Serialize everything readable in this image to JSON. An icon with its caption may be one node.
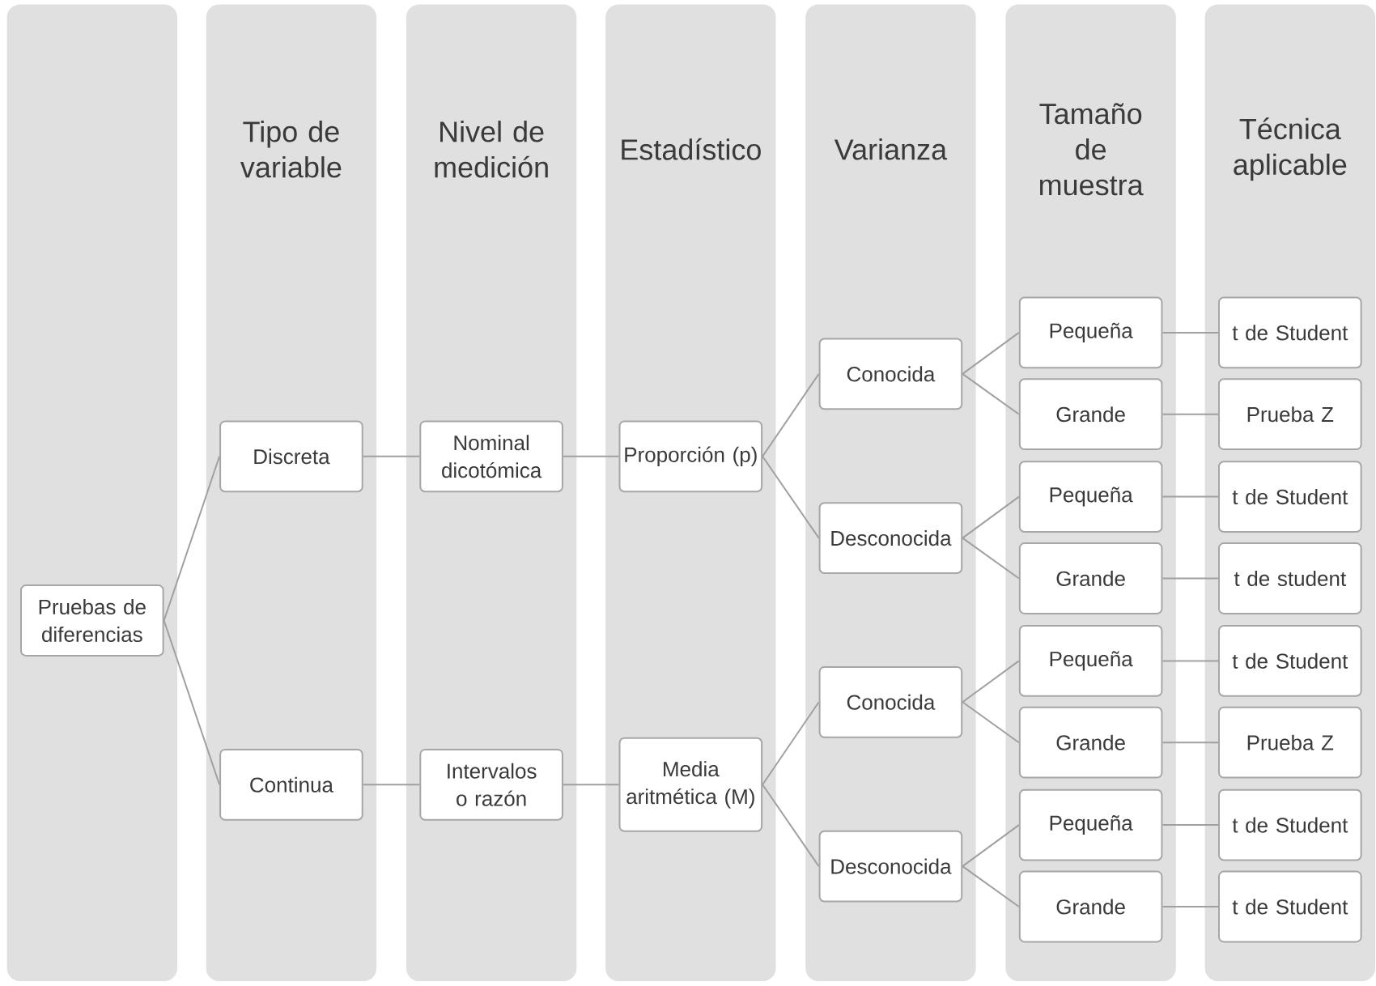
{
  "diagram": {
    "nodes": [
      {
        "text": [],
        "shape": "box"
      },
      {
        "text": [
          "Tipo de variable"
        ]
      },
      {
        "text": [
          "Nivel de medición"
        ]
      },
      {
        "text": [
          "Estadístico"
        ]
      },
      {
        "text": [
          "Varianza"
        ]
      },
      {
        "text": [
          "Tamaño de muestra"
        ]
      },
      {
        "text": [
          "Técnica aplicable"
        ]
      },
      {
        "text": [
          "Pruebas de diferencias"
        ],
        "in": 0
      },
      {
        "text": [
          "Discreta"
        ],
        "in": 1
      },
      {
        "text": [
          "Continua"
        ],
        "in": 1
      },
      {
        "text": [
          "Nominal dicotómica"
        ],
        "in": 2
      },
      {
        "text": [
          "Intervalos o razón"
        ],
        "in": 2
      },
      {
        "text": [
          "Proporción (p)"
        ],
        "in": 3
      },
      {
        "text": [
          "Media aritmética (M)"
        ],
        "in": 3
      },
      {
        "text": [
          "Conocida"
        ],
        "in": 4
      },
      {
        "text": [
          "Desconocida"
        ],
        "in": 4
      },
      {
        "text": [
          "Conocida"
        ],
        "in": 4
      },
      {
        "text": [
          "Desconocida"
        ],
        "in": 4
      },
      {
        "text": [
          "Pequeña"
        ],
        "in": 5
      },
      {
        "text": [
          "Grande"
        ],
        "in": 5
      },
      {
        "text": [
          "Pequeña"
        ],
        "in": 5
      },
      {
        "text": [
          "Grande"
        ],
        "in": 5
      },
      {
        "text": [
          "Pequeña"
        ],
        "in": 5
      },
      {
        "text": [
          "Grande"
        ],
        "in": 5
      },
      {
        "text": [
          "Pequeña"
        ],
        "in": 5
      },
      {
        "text": [
          "Grande"
        ],
        "in": 5
      },
      {
        "text": [
          "t de Student"
        ],
        "in": 6
      },
      {
        "text": [
          "Prueba Z"
        ],
        "in": 6
      },
      {
        "text": [
          "t de Student"
        ],
        "in": 6
      },
      {
        "text": [
          "t de student"
        ],
        "in": 6
      },
      {
        "text": [
          "t de Student"
        ],
        "in": 6
      },
      {
        "text": [
          "Prueba Z"
        ],
        "in": 6
      },
      {
        "text": [
          "t de Student"
        ],
        "in": 6
      },
      {
        "text": [
          "t de Student"
        ],
        "in": 6
      }
    ],
    "edges": [
      {
        "from": 7,
        "to": 8,
        "arrow": "none"
      },
      {
        "from": 7,
        "to": 9,
        "arrow": "none"
      },
      {
        "from": 8,
        "to": 10,
        "arrow": "none"
      },
      {
        "from": 9,
        "to": 11,
        "arrow": "none"
      },
      {
        "from": 10,
        "to": 12,
        "arrow": "none"
      },
      {
        "from": 11,
        "to": 13,
        "arrow": "none"
      },
      {
        "from": 12,
        "to": 14,
        "arrow": "none"
      },
      {
        "from": 12,
        "to": 15,
        "arrow": "none"
      },
      {
        "from": 13,
        "to": 16,
        "arrow": "none"
      },
      {
        "from": 13,
        "to": 17,
        "arrow": "none"
      },
      {
        "from": 14,
        "to": 18,
        "arrow": "none"
      },
      {
        "from": 14,
        "to": 19,
        "arrow": "none"
      },
      {
        "from": 15,
        "to": 20,
        "arrow": "none"
      },
      {
        "from": 15,
        "to": 21,
        "arrow": "none"
      },
      {
        "from": 16,
        "to": 22,
        "arrow": "none"
      },
      {
        "from": 16,
        "to": 23,
        "arrow": "none"
      },
      {
        "from": 17,
        "to": 24,
        "arrow": "none"
      },
      {
        "from": 17,
        "to": 25,
        "arrow": "none"
      },
      {
        "from": 18,
        "to": 26,
        "arrow": "none"
      },
      {
        "from": 19,
        "to": 27,
        "arrow": "none"
      },
      {
        "from": 20,
        "to": 28,
        "arrow": "none"
      },
      {
        "from": 21,
        "to": 29,
        "arrow": "none"
      },
      {
        "from": 22,
        "to": 30,
        "arrow": "none"
      },
      {
        "from": 23,
        "to": 31,
        "arrow": "none"
      },
      {
        "from": 24,
        "to": 32,
        "arrow": "none"
      },
      {
        "from": 25,
        "to": 33,
        "arrow": "none"
      }
    ]
  }
}
